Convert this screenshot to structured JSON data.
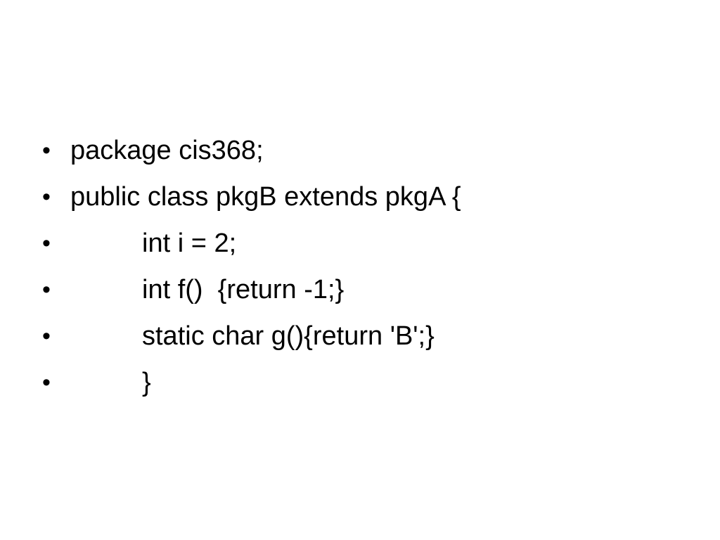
{
  "slide": {
    "bullet_symbol": "•",
    "lines": [
      {
        "text": "package cis368;",
        "indent": false
      },
      {
        "text": "public class pkgB extends pkgA {",
        "indent": false
      },
      {
        "text": "int i = 2;",
        "indent": true
      },
      {
        "text": "int f()  {return -1;}",
        "indent": true
      },
      {
        "text": "static char g(){return 'B';}",
        "indent": true
      },
      {
        "text": "}",
        "indent": true
      }
    ]
  }
}
